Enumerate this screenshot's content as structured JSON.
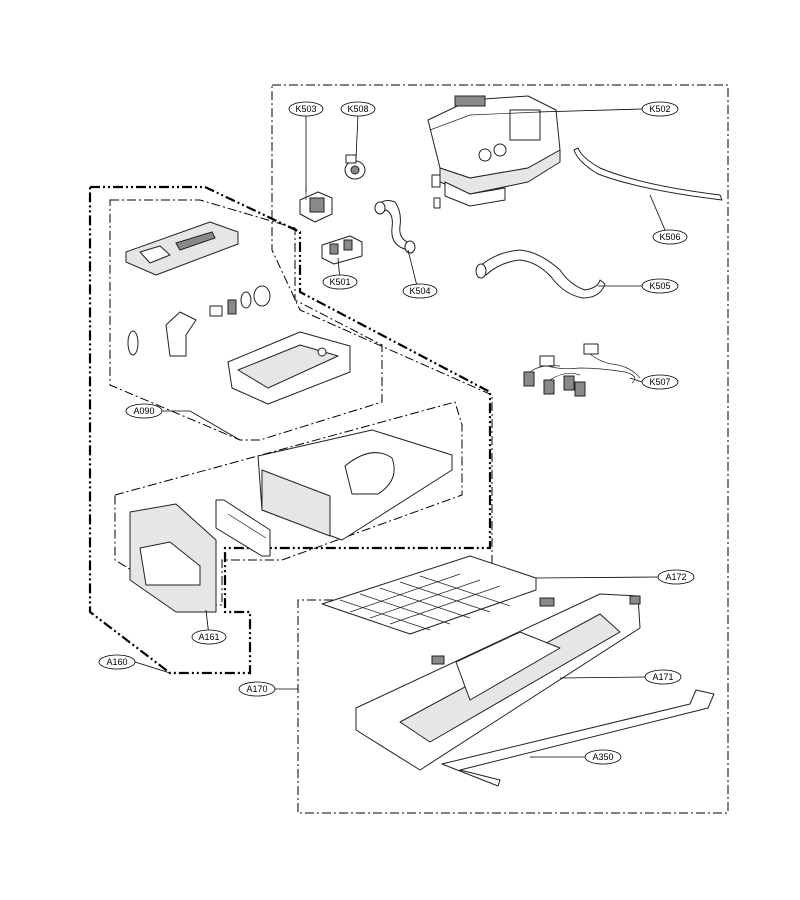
{
  "callouts": {
    "k503": "K503",
    "k508": "K508",
    "k502": "K502",
    "k506": "K506",
    "k501": "K501",
    "k504": "K504",
    "k505": "K505",
    "k507": "K507",
    "a090": "A090",
    "a161": "A161",
    "a160": "A160",
    "a170": "A170",
    "a172": "A172",
    "a171": "A171",
    "a350": "A350"
  }
}
